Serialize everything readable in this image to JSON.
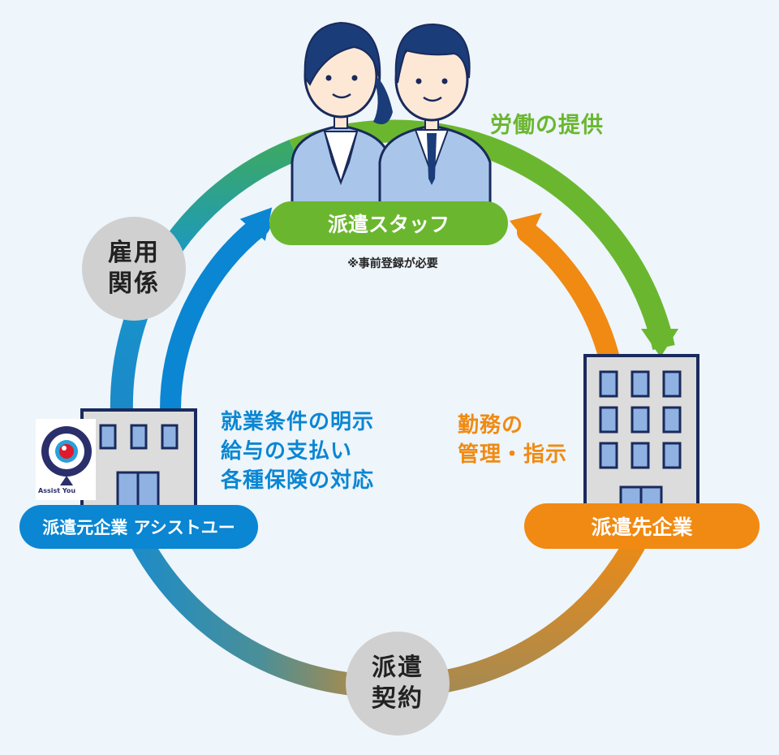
{
  "nodes": {
    "staff": "派遣スタッフ",
    "staff_note": "※事前登録が必要",
    "client": "派遣先企業",
    "agency": "派遣元企業 アシストユー",
    "agency_logo_text": "Assist You"
  },
  "relations": {
    "employment": [
      "雇用",
      "関係"
    ],
    "dispatch_contract": [
      "派遣",
      "契約"
    ]
  },
  "flows": {
    "labor": "労働の提供",
    "duties": [
      "勤務の",
      "管理・指示"
    ],
    "terms": [
      "就業条件の明示",
      "給与の支払い",
      "各種保険の対応"
    ]
  },
  "colors": {
    "green": "#6ab72f",
    "orange": "#f08a12",
    "blue": "#0a86d2",
    "gray": "#d0d0d0"
  }
}
